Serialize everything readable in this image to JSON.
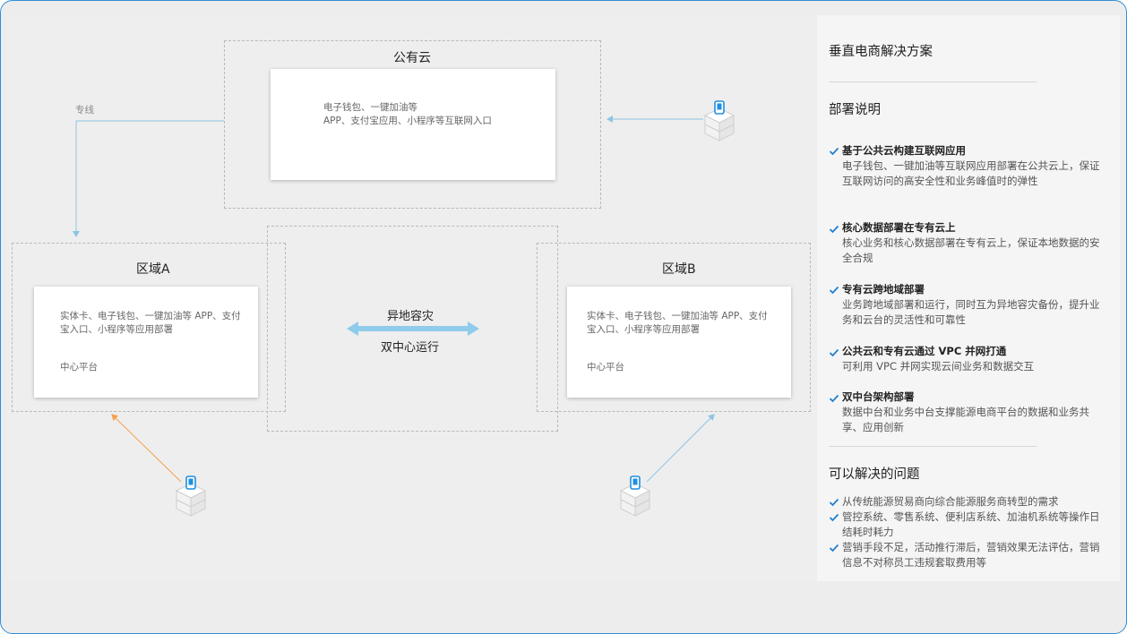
{
  "diagram": {
    "public_cloud": {
      "title": "公有云",
      "line1": "电子钱包、一键加油等",
      "line2": "APP、支付宝应用、小程序等互联网入口"
    },
    "dedicated_line": "专线",
    "region_a": {
      "title": "区域A",
      "desc": "实体卡、电子钱包、一键加油等 APP、支付宝入口、小程序等应用部署",
      "platform": "中心平台"
    },
    "region_b": {
      "title": "区域B",
      "desc": "实体卡、电子钱包、一键加油等 APP、支付宝入口、小程序等应用部署",
      "platform": "中心平台"
    },
    "disaster": {
      "top": "异地容灾",
      "bottom": "双中心运行"
    },
    "colors": {
      "line_blue": "#8cc4e4",
      "arrow_orange": "#f5a04a",
      "band_blue": "#8fcbea"
    },
    "icons": [
      "phone-cube-icon",
      "phone-cube-icon",
      "phone-cube-icon"
    ]
  },
  "panel": {
    "title": "垂直电商解决方案",
    "deploy_heading": "部署说明",
    "items": [
      {
        "title": "基于公共云构建互联网应用",
        "desc": "电子钱包、一键加油等互联网应用部署在公共云上，保证互联网访问的高安全性和业务峰值时的弹性"
      },
      {
        "title": "核心数据部署在专有云上",
        "desc": "核心业务和核心数据部署在专有云上，保证本地数据的安全合规"
      },
      {
        "title": "专有云跨地域部署",
        "desc": "业务跨地域部署和运行，同时互为异地容灾备份，提升业务和云台的灵活性和可靠性"
      },
      {
        "title": "公共云和专有云通过 VPC 并网打通",
        "desc": "可利用 VPC 并网实现云间业务和数据交互"
      },
      {
        "title": "双中台架构部署",
        "desc": "数据中台和业务中台支撑能源电商平台的数据和业务共享、应用创新"
      }
    ],
    "problems_heading": "可以解决的问题",
    "problems": [
      "从传统能源贸易商向综合能源服务商转型的需求",
      "管控系统、零售系统、便利店系统、加油机系统等操作日结耗时耗力",
      "营销手段不足，活动推行滞后，营销效果无法评估，营销信息不对称员工违规套取费用等"
    ]
  }
}
